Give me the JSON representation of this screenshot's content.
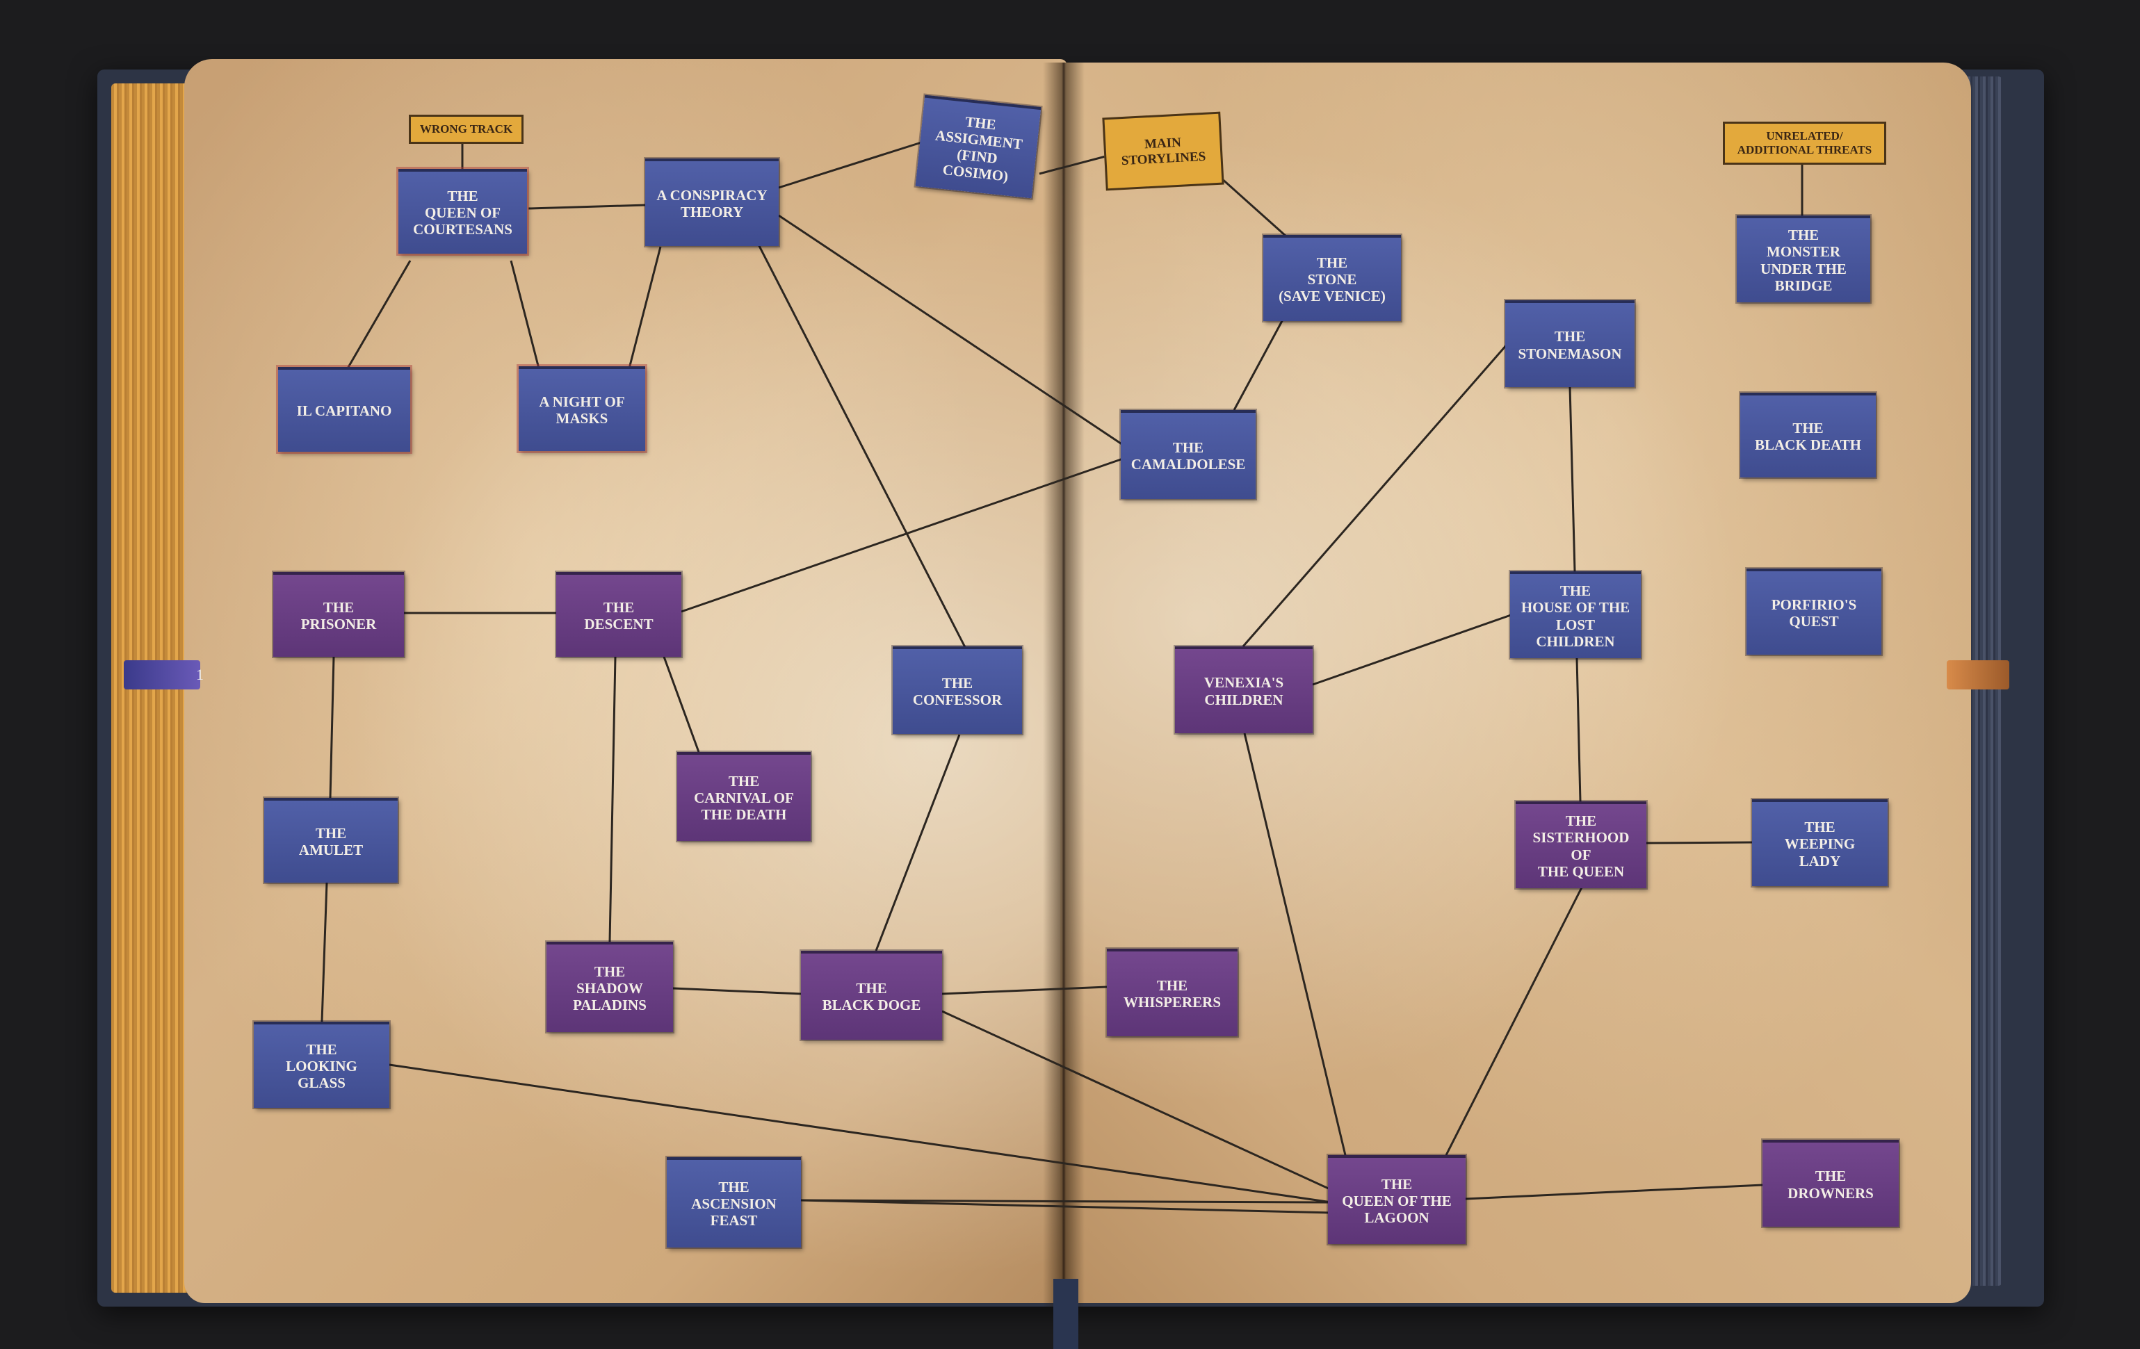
{
  "legend": {
    "wrong_track": "WRONG TRACK",
    "main_storylines": "MAIN\nSTORYLINES",
    "unrelated": "UNRELATED/\nADDITIONAL THREATS"
  },
  "tab_number": "1",
  "nodes": {
    "queen_of_courtesans": "THE\nQUEEN OF\nCOURTESANS",
    "conspiracy_theory": "A CONSPIRACY\nTHEORY",
    "assignment": "THE\nASSIGMENT\n(FIND COSIMO)",
    "il_capitano": "IL CAPITANO",
    "night_of_masks": "A NIGHT OF\nMASKS",
    "prisoner": "THE\nPRISONER",
    "descent": "THE\nDESCENT",
    "confessor": "THE\nCONFESSOR",
    "carnival_of_death": "THE\nCARNIVAL OF\nTHE DEATH",
    "amulet": "THE\nAMULET",
    "shadow_paladins": "THE\nSHADOW\nPALADINS",
    "black_doge": "THE\nBLACK DOGE",
    "looking_glass": "THE\nLOOKING\nGLASS",
    "ascension_feast": "THE\nASCENSION\nFEAST",
    "stone": "THE\nSTONE\n(SAVE VENICE)",
    "camaldolese": "THE\nCAMALDOLESE",
    "stonemason": "THE\nSTONEMASON",
    "venexia_children": "VENEXIA'S\nCHILDREN",
    "house_lost_children": "THE\nHOUSE OF THE\nLOST CHILDREN",
    "sisterhood_queen": "THE\nSISTERHOOD OF\nTHE QUEEN",
    "whisperers": "THE\nWHISPERERS",
    "queen_of_lagoon": "THE\nQUEEN OF THE\nLAGOON",
    "monster_bridge": "THE\nMONSTER\nUNDER THE\nBRIDGE",
    "black_death": "THE\nBLACK DEATH",
    "porfirio_quest": "PORFIRIO'S\nQUEST",
    "weeping_lady": "THE\nWEEPING\nLADY",
    "drowners": "THE\nDROWNERS"
  },
  "colors": {
    "blue_node": "#4a58a0",
    "purple_node": "#6a3f85",
    "legend_label": "#e3a93c",
    "page": "#d2ad80"
  }
}
